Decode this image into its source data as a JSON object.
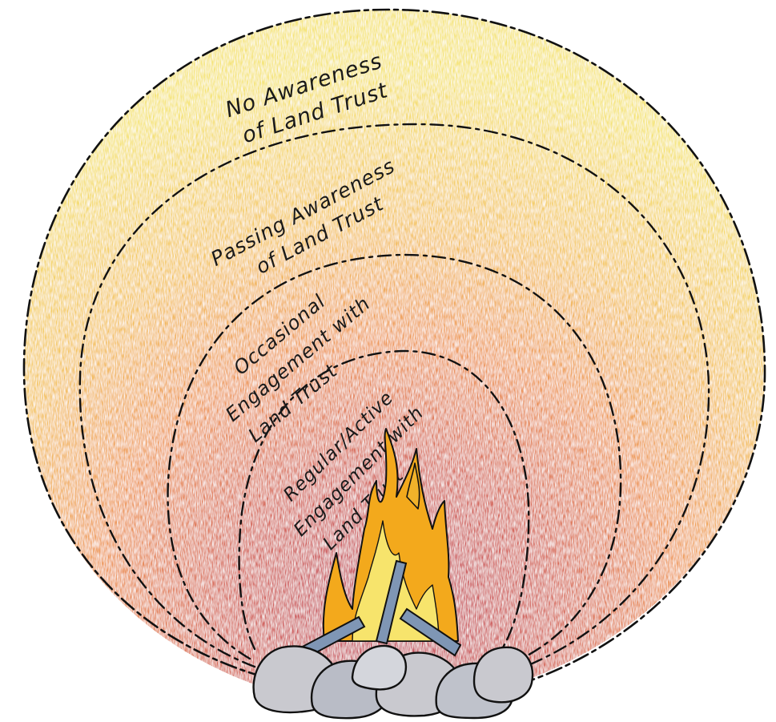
{
  "rings": [
    {
      "id": "outer",
      "lines": [
        "No Awareness",
        "of Land Trust"
      ]
    },
    {
      "id": "passing",
      "lines": [
        "Passing Awareness",
        "of Land Trust"
      ]
    },
    {
      "id": "occasional",
      "lines": [
        "Occasional",
        "Engagement with",
        "Land Trust"
      ]
    },
    {
      "id": "regular",
      "lines": [
        "Regular/Active",
        "Engagement with",
        "Land Trust"
      ]
    }
  ],
  "colors": {
    "outer": "#f6e070",
    "passing": "#f3b25a",
    "occasional": "#e98a5a",
    "regular": "#cf5a5e",
    "flame": "#f3b21c",
    "flame_core": "#f7e46c",
    "rock": "#c9c9cf",
    "outline": "#111111"
  },
  "icons": [
    "campfire-icon",
    "rock-icon",
    "flame-icon"
  ]
}
